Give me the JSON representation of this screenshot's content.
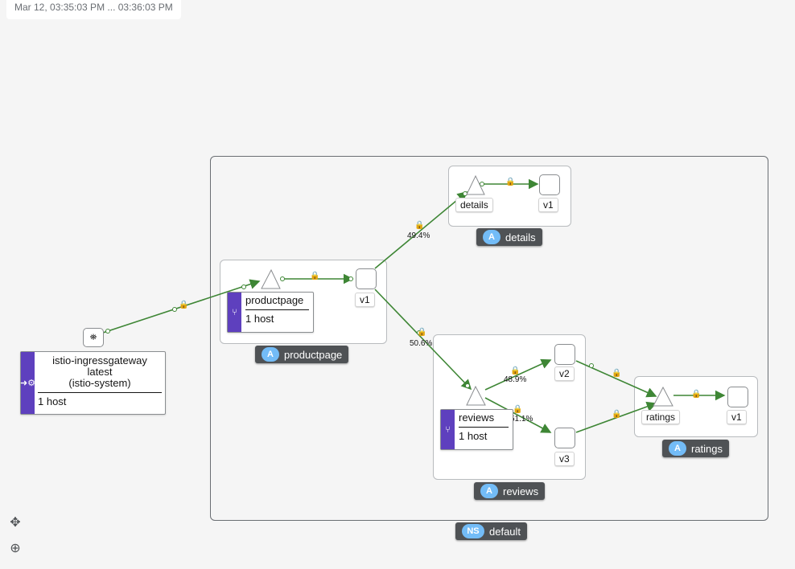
{
  "time_range": "Mar 12, 03:35:03 PM ... 03:36:03 PM",
  "namespace": {
    "badge": "NS",
    "label": "default"
  },
  "apps": {
    "details": {
      "badge": "A",
      "label": "details"
    },
    "productpage": {
      "badge": "A",
      "label": "productpage"
    },
    "reviews": {
      "badge": "A",
      "label": "reviews"
    },
    "ratings": {
      "badge": "A",
      "label": "ratings"
    }
  },
  "services": {
    "details": "details",
    "ratings": "ratings"
  },
  "versions": {
    "details_v1": "v1",
    "productpage_v1": "v1",
    "reviews_v2": "v2",
    "reviews_v3": "v3",
    "ratings_v1": "v1"
  },
  "cards": {
    "gateway": {
      "name": "istio-ingressgateway",
      "version": "latest",
      "namespace": "(istio-system)",
      "hosts": "1 host"
    },
    "productpage": {
      "name": "productpage",
      "hosts": "1 host"
    },
    "reviews": {
      "name": "reviews",
      "hosts": "1 host"
    }
  },
  "edge_labels": {
    "to_details": "49.4%",
    "to_reviews": "50.6%",
    "to_reviews_v2": "48.9%",
    "to_reviews_v3": "51.1%"
  },
  "lock_glyph": "🔒",
  "edge_color": "#3e8635",
  "toolbar": {
    "pan_icon": "✥",
    "zoom_icon": "⊕"
  }
}
